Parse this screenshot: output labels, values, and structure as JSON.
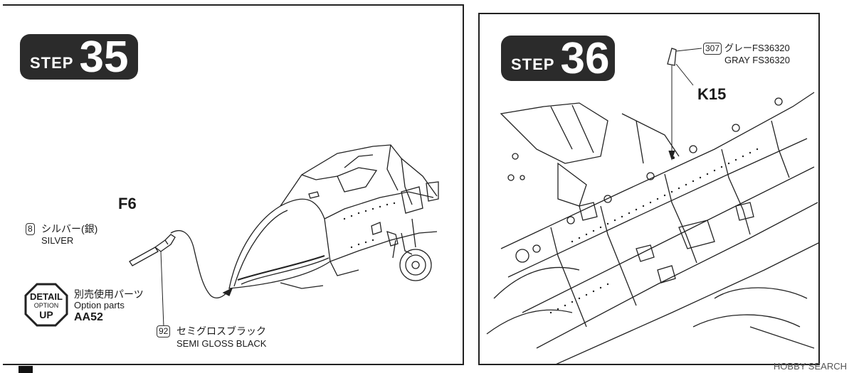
{
  "step35": {
    "step_word": "STEP",
    "step_number": "35",
    "part_code": "F6",
    "silver": {
      "number": "8",
      "jp": "シルバー(銀)",
      "en": "SILVER"
    },
    "semi_gloss": {
      "number": "92",
      "jp": "セミグロスブラック",
      "en": "SEMI GLOSS BLACK"
    },
    "detail_up": {
      "line1": "DETAIL",
      "line2": "OPTION",
      "line3": "UP",
      "jp": "別売使用パーツ",
      "en": "Option parts",
      "code": "AA52"
    }
  },
  "step36": {
    "step_word": "STEP",
    "step_number": "36",
    "part_code": "K15",
    "gray": {
      "number": "307",
      "jp": "グレーFS36320",
      "en": "GRAY FS36320"
    }
  },
  "watermark": "HOBBY SEARCH",
  "colors": {
    "badge": "#2b2b2b",
    "line": "#222222"
  }
}
